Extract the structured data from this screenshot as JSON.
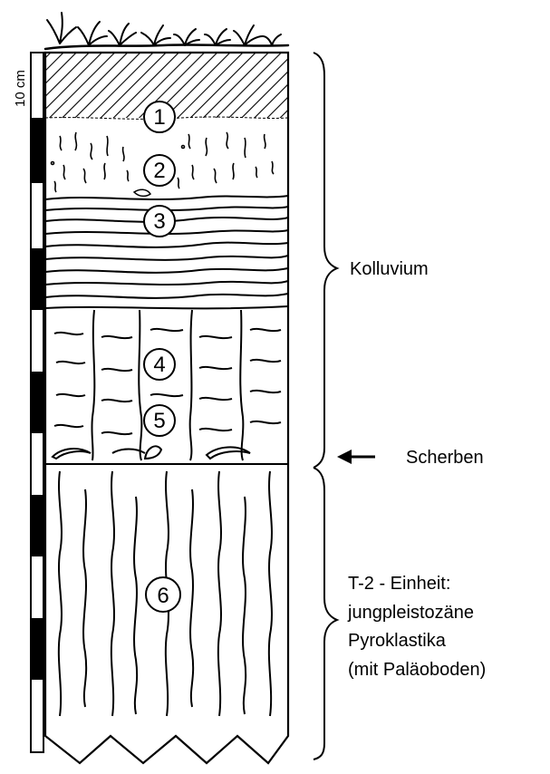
{
  "scale": {
    "label": "10 cm"
  },
  "layers": [
    {
      "number": "1"
    },
    {
      "number": "2"
    },
    {
      "number": "3"
    },
    {
      "number": "4"
    },
    {
      "number": "5"
    },
    {
      "number": "6"
    }
  ],
  "labels": {
    "kolluvium": "Kolluvium",
    "scherben": "Scherben",
    "t2_line1": "T-2 - Einheit:",
    "t2_line2": "jungpleistozäne",
    "t2_line3": "Pyroklastika",
    "t2_line4": "(mit Paläoboden)"
  }
}
